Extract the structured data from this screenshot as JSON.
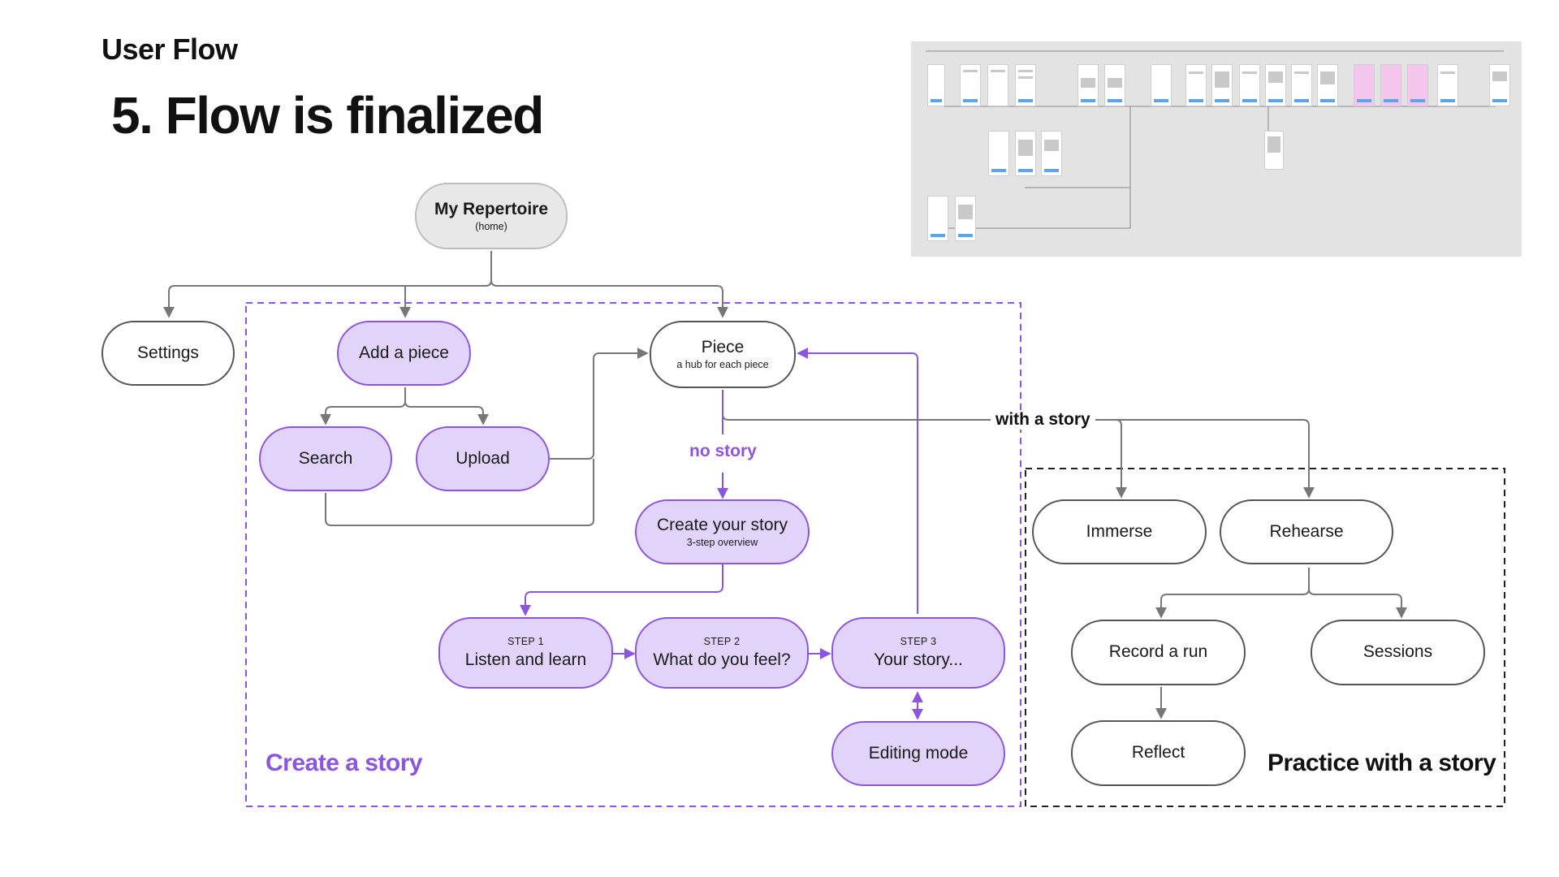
{
  "header": {
    "kicker": "User Flow",
    "title": "5.  Flow is finalized"
  },
  "nodes": {
    "home": {
      "title": "My Repertoire",
      "sub": "(home)"
    },
    "settings": {
      "title": "Settings"
    },
    "add_piece": {
      "title": "Add a piece"
    },
    "search": {
      "title": "Search"
    },
    "upload": {
      "title": "Upload"
    },
    "piece": {
      "title": "Piece",
      "sub": "a hub for each piece"
    },
    "create_story": {
      "title": "Create your story",
      "sub": "3-step overview"
    },
    "step1": {
      "step": "STEP 1",
      "title": "Listen and learn"
    },
    "step2": {
      "step": "STEP 2",
      "title": "What do you feel?"
    },
    "step3": {
      "step": "STEP 3",
      "title": "Your story..."
    },
    "editing": {
      "title": "Editing mode"
    },
    "immerse": {
      "title": "Immerse"
    },
    "rehearse": {
      "title": "Rehearse"
    },
    "record": {
      "title": "Record a run"
    },
    "sessions": {
      "title": "Sessions"
    },
    "reflect": {
      "title": "Reflect"
    }
  },
  "edge_labels": {
    "no_story": "no story",
    "with_story": "with a story"
  },
  "regions": {
    "create": "Create a story",
    "practice": "Practice with a story"
  },
  "colors": {
    "accent_purple": "#8c55df",
    "node_purple_fill": "#e2d3fb",
    "home_fill": "#e8e8e8",
    "edge_gray": "#777777",
    "thumbnail_bg": "#e3e3e3",
    "thumbnail_highlight": "#f4c6ee"
  }
}
